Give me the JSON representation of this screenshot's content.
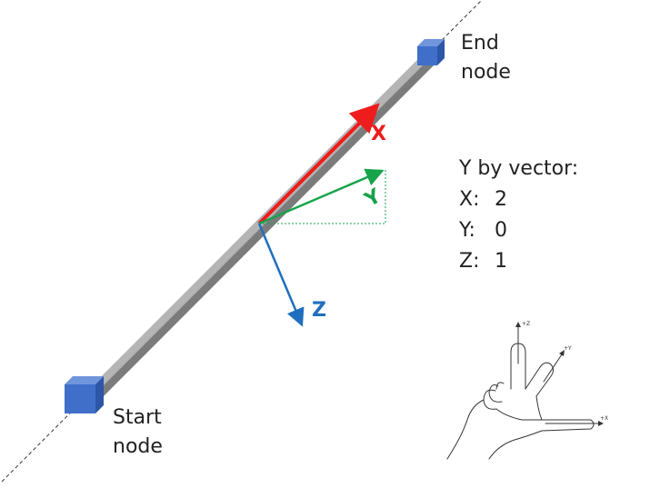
{
  "nodes": {
    "start": {
      "line1": "Start",
      "line2": "node"
    },
    "end": {
      "line1": "End",
      "line2": "node"
    }
  },
  "axes": {
    "x": {
      "label": "X",
      "color": "#ee1c1c"
    },
    "y": {
      "label": "Y",
      "color": "#16a34a"
    },
    "z": {
      "label": "Z",
      "color": "#1f6fbf"
    }
  },
  "y_vector": {
    "title": "Y by vector:",
    "rows": [
      {
        "axis": "X:",
        "value": "2"
      },
      {
        "axis": "Y:",
        "value": "0"
      },
      {
        "axis": "Z:",
        "value": "1"
      }
    ]
  },
  "hand": {
    "z": "+Z",
    "y": "+Y",
    "x": "+X"
  },
  "colors": {
    "beam": "#8f8f8f",
    "node": "#3f6fc9",
    "dashed_line": "#333333"
  }
}
